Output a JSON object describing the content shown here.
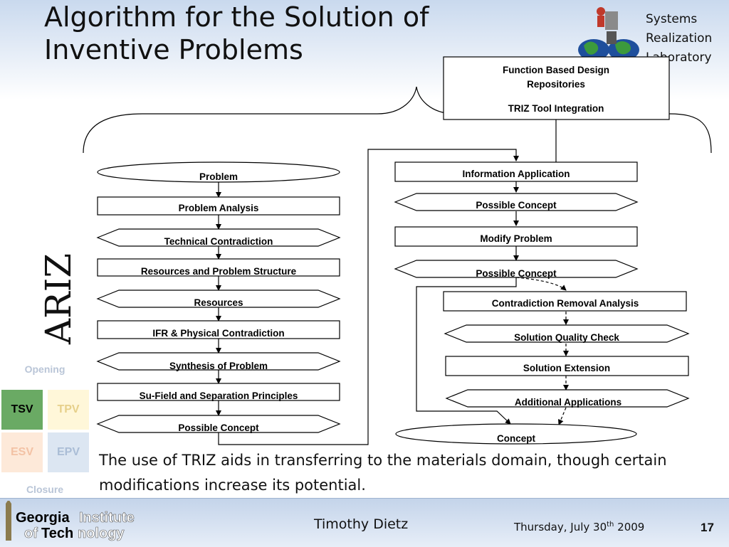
{
  "title": "Algorithm for the Solution of Inventive Problems",
  "lab_lines": [
    "Systems",
    "Realization",
    "Laboratory"
  ],
  "top_box": {
    "line1": "Function Based Design",
    "line2": "Repositories",
    "line3": "TRIZ Tool Integration"
  },
  "left_column": [
    "Problem",
    "Problem Analysis",
    "Technical Contradiction",
    "Resources and Problem Structure",
    "Resources",
    "IFR & Physical Contradiction",
    "Synthesis of Problem",
    "Su-Field and Separation Principles",
    "Possible Concept"
  ],
  "right_column": [
    "Information Application",
    "Possible Concept",
    "Modify Problem",
    "Possible Concept"
  ],
  "inner_column": [
    "Contradiction Removal Analysis",
    "Solution Quality Check",
    "Solution Extension",
    "Additional Applications"
  ],
  "concept": "Concept",
  "side_label": "ARIZ",
  "caption": "The use of TRIZ aids in transferring to the materials domain, though certain modifications increase its potential.",
  "nav": {
    "opening": "Opening",
    "closure": "Closure",
    "tiles": [
      "TSV",
      "TPV",
      "ESV",
      "EPV"
    ]
  },
  "footer": {
    "logo_line1a": "Georgia",
    "logo_line1b": "Institute",
    "logo_line2a": "of",
    "logo_line2b": "Tech",
    "logo_line2c": "nology",
    "author": "Timothy Dietz",
    "date_prefix": "Thursday, July 30",
    "date_sup": "th",
    "date_suffix": " 2009",
    "page": "17"
  },
  "colors": {
    "tsv_active": "#6aaa64",
    "tpv": "#fff7d9",
    "esv": "#fde9d9",
    "epv": "#dce6f2"
  }
}
